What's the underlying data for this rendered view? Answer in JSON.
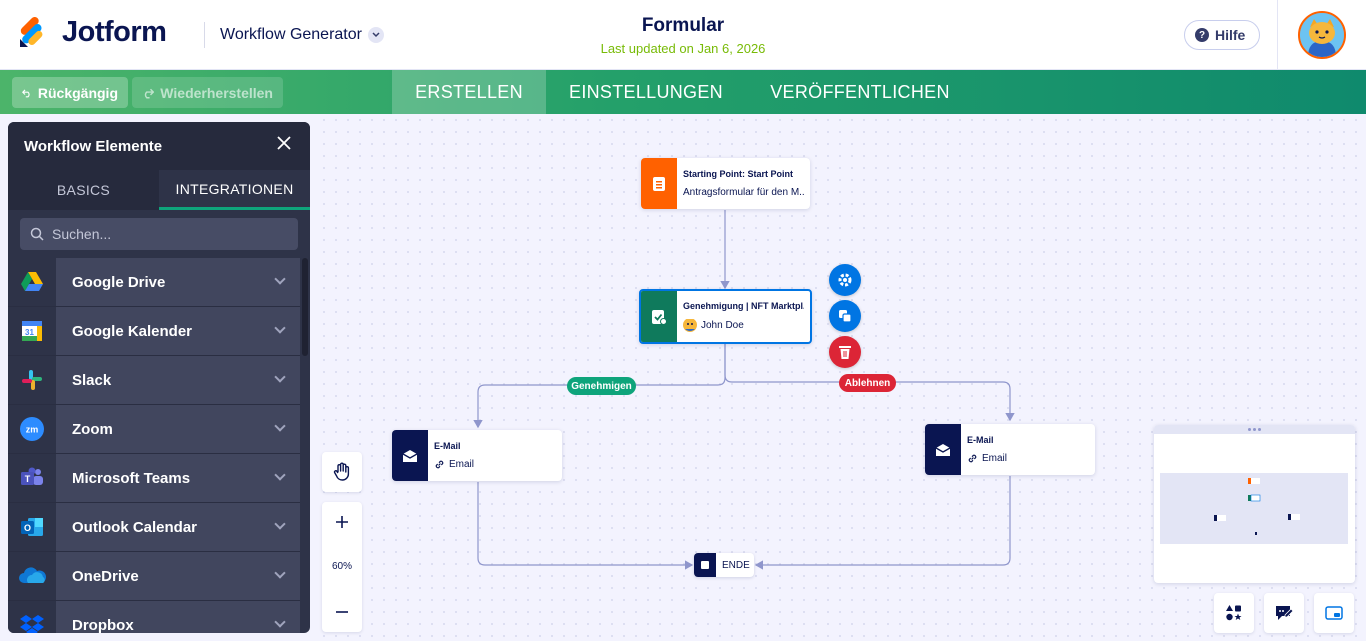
{
  "header": {
    "logo_text": "Jotform",
    "workflow_generator": "Workflow Generator",
    "form_title": "Formular",
    "last_updated": "Last updated on Jan 6, 2026",
    "help_label": "Hilfe"
  },
  "toolbar": {
    "undo_label": "Rückgängig",
    "redo_label": "Wiederherstellen",
    "tabs": [
      {
        "label": "ERSTELLEN",
        "active": true
      },
      {
        "label": "EINSTELLUNGEN",
        "active": false
      },
      {
        "label": "VERÖFFENTLICHEN",
        "active": false
      }
    ]
  },
  "sidebar": {
    "title": "Workflow Elemente",
    "tabs": [
      {
        "label": "BASICS",
        "active": false
      },
      {
        "label": "INTEGRATIONEN",
        "active": true
      }
    ],
    "search_placeholder": "Suchen...",
    "items": [
      {
        "label": "Google Drive",
        "icon": "google-drive-icon"
      },
      {
        "label": "Google Kalender",
        "icon": "google-calendar-icon"
      },
      {
        "label": "Slack",
        "icon": "slack-icon"
      },
      {
        "label": "Zoom",
        "icon": "zoom-icon"
      },
      {
        "label": "Microsoft Teams",
        "icon": "microsoft-teams-icon"
      },
      {
        "label": "Outlook Calendar",
        "icon": "outlook-calendar-icon"
      },
      {
        "label": "OneDrive",
        "icon": "onedrive-icon"
      },
      {
        "label": "Dropbox",
        "icon": "dropbox-icon"
      }
    ]
  },
  "canvas": {
    "start_node": {
      "title": "Starting Point: Start Point",
      "subtitle": "Antragsformular für den M..."
    },
    "approval_node": {
      "title": "Genehmigung | NFT Marktpl...",
      "assignee": "John Doe"
    },
    "branch_approve": "Genehmigen",
    "branch_reject": "Ablehnen",
    "email_left": {
      "title": "E-Mail",
      "subtitle": "Email"
    },
    "email_right": {
      "title": "E-Mail",
      "subtitle": "Email"
    },
    "end_label": "ENDE",
    "zoom_level": "60%"
  },
  "colors": {
    "navy": "#0a1551",
    "orange": "#ff6100",
    "approval_green": "#0f7a5c",
    "approve_badge": "#0ea47b",
    "reject_badge": "#dc2536",
    "action_blue": "#0075e3",
    "delete_red": "#dc2536",
    "updated_green": "#78bb07"
  }
}
